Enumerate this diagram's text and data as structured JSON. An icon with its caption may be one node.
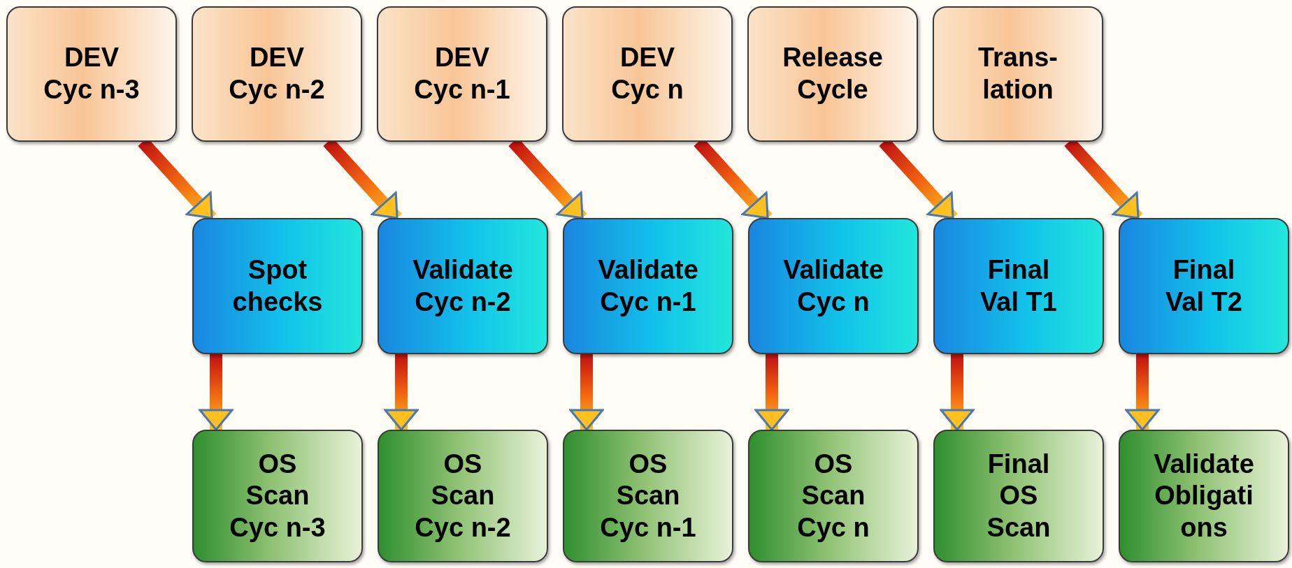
{
  "diagram": {
    "nodes": [
      {
        "text": [
          "DEV Cyc n-3"
        ]
      },
      {
        "text": [
          "DEV Cyc n-2"
        ]
      },
      {
        "text": [
          "DEV Cyc n-1"
        ]
      },
      {
        "text": [
          "DEV Cyc n"
        ]
      },
      {
        "text": [
          "Release Cycle"
        ]
      },
      {
        "text": [
          "Trans- lation"
        ]
      },
      {
        "text": [
          "Spot checks"
        ]
      },
      {
        "text": [
          "Validate Cyc n-2"
        ]
      },
      {
        "text": [
          "Validate Cyc n-1"
        ]
      },
      {
        "text": [
          "Validate Cyc n"
        ]
      },
      {
        "text": [
          "Final Val T1"
        ]
      },
      {
        "text": [
          "Final Val T2"
        ]
      },
      {
        "text": [
          "OS Scan Cyc n-3"
        ]
      },
      {
        "text": [
          "OS Scan Cyc n-2"
        ]
      },
      {
        "text": [
          "OS Scan Cyc n-1"
        ]
      },
      {
        "text": [
          "OS Scan Cyc n"
        ]
      },
      {
        "text": [
          "Final OS Scan"
        ]
      },
      {
        "text": [
          "Validate Obligati ons"
        ]
      }
    ],
    "edges": [
      {
        "from": 0,
        "to": 6,
        "arrow": "to"
      },
      {
        "from": 1,
        "to": 7,
        "arrow": "to"
      },
      {
        "from": 2,
        "to": 8,
        "arrow": "to"
      },
      {
        "from": 3,
        "to": 9,
        "arrow": "to"
      },
      {
        "from": 4,
        "to": 10,
        "arrow": "to"
      },
      {
        "from": 5,
        "to": 11,
        "arrow": "to"
      },
      {
        "from": 6,
        "to": 12,
        "arrow": "to"
      },
      {
        "from": 7,
        "to": 13,
        "arrow": "to"
      },
      {
        "from": 8,
        "to": 14,
        "arrow": "to"
      },
      {
        "from": 9,
        "to": 15,
        "arrow": "to"
      },
      {
        "from": 10,
        "to": 16,
        "arrow": "to"
      },
      {
        "from": 11,
        "to": 17,
        "arrow": "to"
      }
    ]
  }
}
